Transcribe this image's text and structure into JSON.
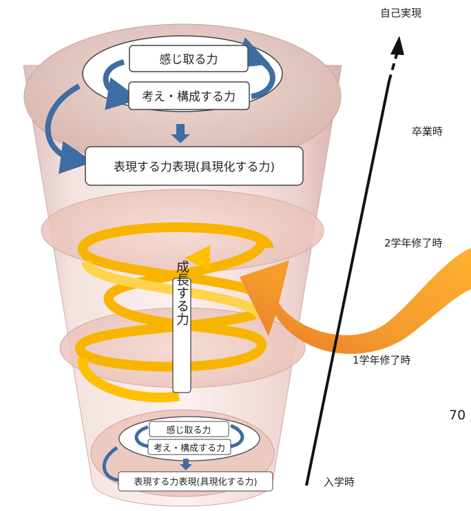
{
  "top_ring": {
    "box_feel": "感じ取る力",
    "box_think": "考え・構成する力",
    "box_express": "表現する力表現(具現化する力)"
  },
  "bottom_ring": {
    "box_feel": "感じ取る力",
    "box_think": "考え・構成する力",
    "box_express": "表現する力表現(具現化する力)"
  },
  "center_label": "成長する力",
  "timeline": {
    "goal": "自己実現",
    "graduation": "卒業時",
    "year2": "2学年修了時",
    "year1": "1学年修了時",
    "entry": "入学時"
  },
  "cut_text": "70",
  "colors": {
    "cylinder": "#e6c3bd",
    "spiral": "#ffc000",
    "blue_arrow": "#3e6da3",
    "orange_arrow": "#f39a2c"
  }
}
